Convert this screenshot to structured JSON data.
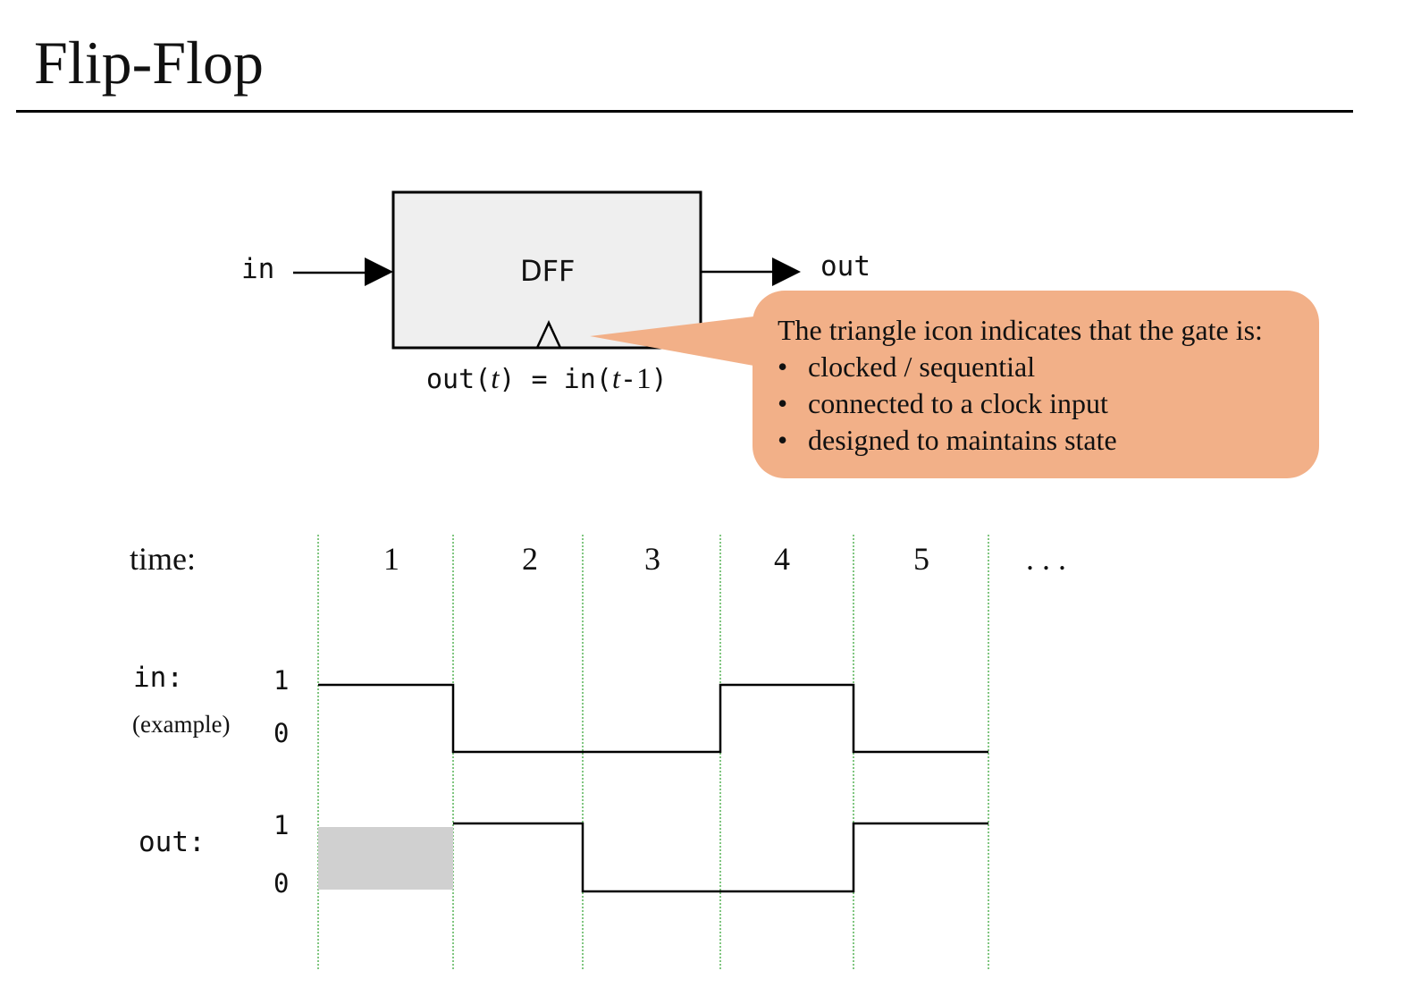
{
  "slide": {
    "title": "Flip-Flop"
  },
  "gate": {
    "name": "DFF",
    "input_label": "in",
    "output_label": "out",
    "formula": {
      "lhs_func": "out",
      "lhs_var": "t",
      "equals": "=",
      "rhs_func": "in",
      "rhs_var": "t",
      "rhs_minus": "-",
      "rhs_const": "1"
    }
  },
  "callout": {
    "heading": "The triangle icon indicates that the gate is:",
    "bullets": [
      "clocked / sequential",
      "connected to a clock input",
      "designed to maintains state"
    ],
    "color": "#f2b088"
  },
  "timing": {
    "time_label": "time:",
    "time_steps": [
      "1",
      "2",
      "3",
      "4",
      "5"
    ],
    "ellipsis": ". . .",
    "in_label": "in:",
    "in_note": "(example)",
    "out_label": "out:",
    "level_high": "1",
    "level_low": "0",
    "in_values": [
      1,
      0,
      0,
      1,
      0
    ],
    "out_values": [
      null,
      1,
      0,
      0,
      1
    ],
    "undefined_color": "#d0d0d0",
    "gridline_color": "#2ca02c"
  }
}
